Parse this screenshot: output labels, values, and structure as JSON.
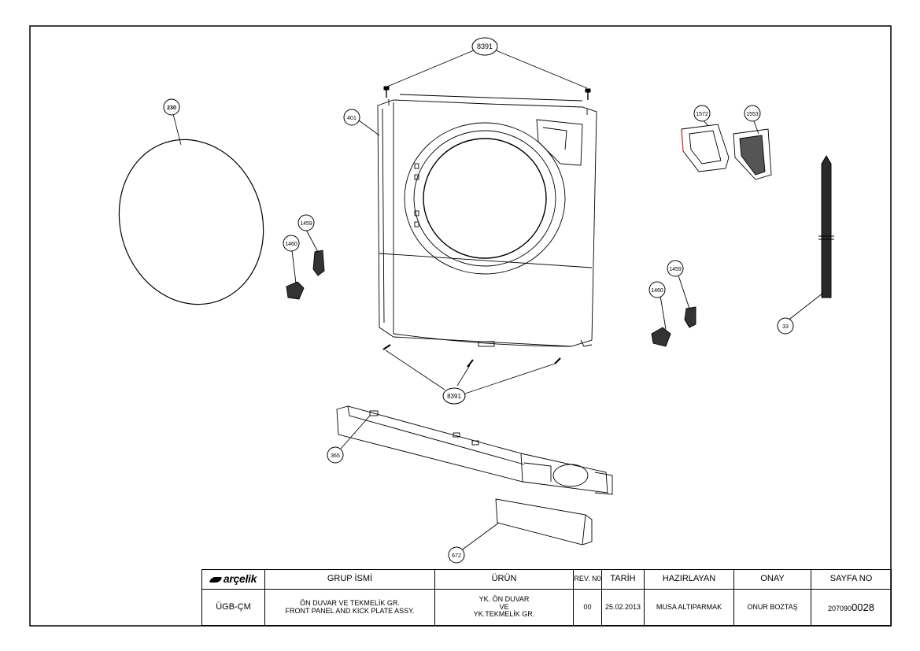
{
  "callouts": {
    "c8391_top": "8391",
    "c8391_bottom": "8391",
    "c230": "230",
    "c401": "401",
    "c1572": "1572",
    "c1553": "1553",
    "c1459_left": "1459",
    "c1460_left": "1460",
    "c1459_right": "1459",
    "c1460_right": "1460",
    "c33": "33",
    "c365": "365",
    "c672": "672"
  },
  "title_block": {
    "logo_text": "arçelik",
    "headers": {
      "group_name": "GRUP İSMİ",
      "product": "ÜRÜN",
      "rev": "REV. N0",
      "date": "TARİH",
      "prepared_by": "HAZIRLAYAN",
      "approval": "ONAY",
      "page_no": "SAYFA NO"
    },
    "values": {
      "code": "ÜGB-ÇM",
      "group_line1": "ÖN DUVAR VE TEKMELİK GR.",
      "group_line2": "FRONT PANEL AND KICK PLATE ASSY.",
      "product_line1": "YK. ÖN DUVAR",
      "product_line2": "VE",
      "product_line3": "YK.TEKMELİK GR.",
      "rev": "00",
      "date": "25.02.2013",
      "prepared_by": "MUSA ALTIPARMAK",
      "approval": "ONUR BOZTAŞ",
      "page_prefix": "207090",
      "page_suffix": "0028"
    }
  }
}
